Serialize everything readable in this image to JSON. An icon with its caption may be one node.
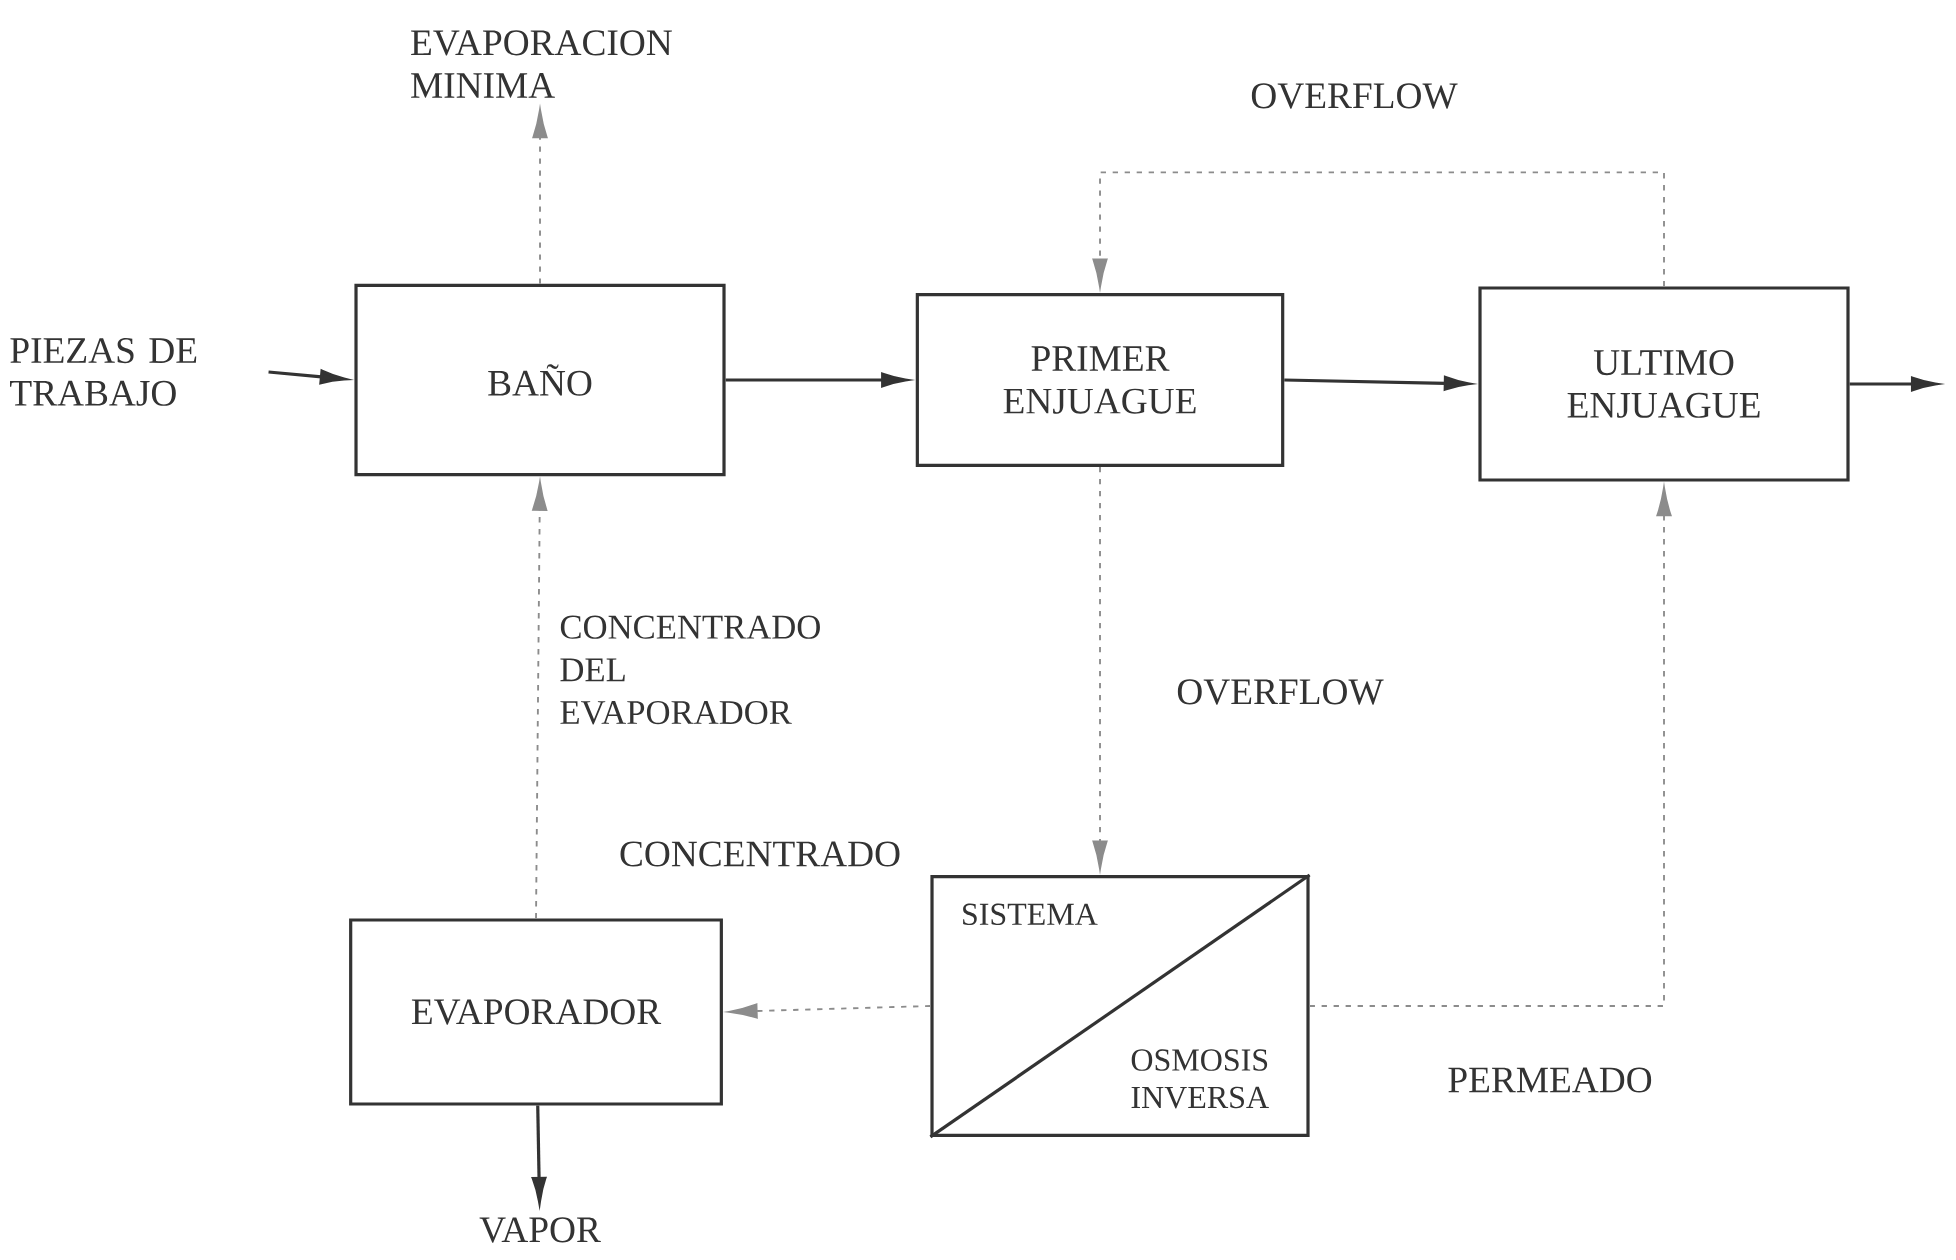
{
  "diagram": {
    "nodes": [
      {
        "text": [
          "PIEZAS DE TRABAJO"
        ]
      },
      {
        "text": [
          "EVAPORACION MINIMA"
        ]
      },
      {
        "text": [
          "BAÑO"
        ]
      },
      {
        "text": [
          "PRIMER ENJUAGUE"
        ]
      },
      {
        "text": [
          "ULTIMO ENJUAGUE"
        ]
      },
      {
        "text": [
          "SISTEMA",
          "OSMOSIS INVERSA"
        ]
      },
      {
        "text": [
          "EVAPORADOR"
        ]
      },
      {
        "text": [
          "VAPOR"
        ]
      }
    ],
    "edges": [
      {
        "from": 0,
        "to": 2,
        "arrow": "to"
      },
      {
        "from": 2,
        "to": 1,
        "arrow": "to",
        "style": "dashed"
      },
      {
        "from": 2,
        "to": 3,
        "arrow": "to"
      },
      {
        "from": 3,
        "to": 4,
        "arrow": "to"
      },
      {
        "from": 4,
        "to": null,
        "arrow": "to"
      },
      {
        "from": 4,
        "to": 3,
        "arrow": "to",
        "style": "dashed",
        "label": "OVERFLOW"
      },
      {
        "from": 3,
        "to": 5,
        "arrow": "to",
        "style": "dashed",
        "label": "OVERFLOW"
      },
      {
        "from": 5,
        "to": 4,
        "arrow": "to",
        "style": "dashed",
        "label": "PERMEADO"
      },
      {
        "from": 5,
        "to": 6,
        "arrow": "to",
        "style": "dashed",
        "label": "CONCENTRADO"
      },
      {
        "from": 6,
        "to": 2,
        "arrow": "to",
        "style": "dashed",
        "label": "CONCENTRADO DEL EVAPORADOR"
      },
      {
        "from": 6,
        "to": 7,
        "arrow": "to"
      }
    ]
  }
}
